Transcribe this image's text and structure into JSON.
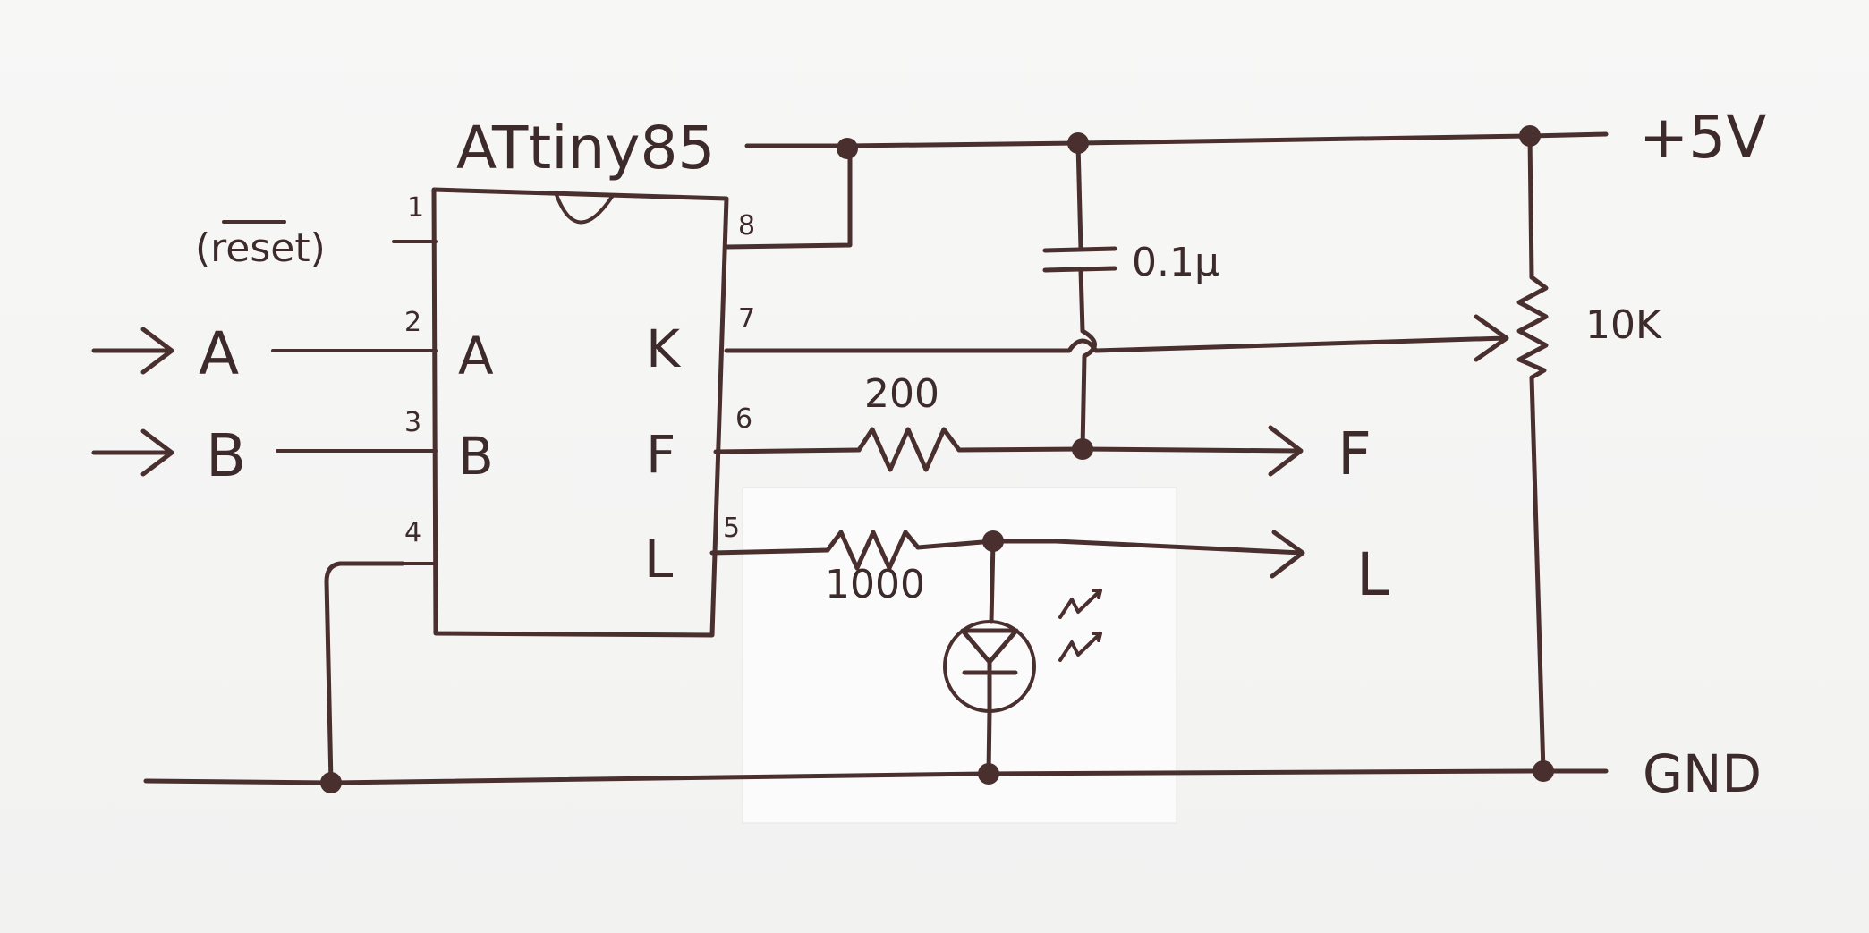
{
  "colors": {
    "ink": "#4a2f2f",
    "paper": "#f5f5f4",
    "patch": "#fbfbfb"
  },
  "chip": {
    "name": "ATtiny85",
    "pins": {
      "p1": {
        "num": "1",
        "label": "(reset)"
      },
      "p2": {
        "num": "2",
        "label": "A"
      },
      "p3": {
        "num": "3",
        "label": "B"
      },
      "p4": {
        "num": "4"
      },
      "p5": {
        "num": "5",
        "label": "L"
      },
      "p6": {
        "num": "6",
        "label": "F"
      },
      "p7": {
        "num": "7",
        "label": "K"
      },
      "p8": {
        "num": "8"
      }
    }
  },
  "inputs": {
    "a": "A",
    "b": "B"
  },
  "outputs": {
    "f": "F",
    "l": "L"
  },
  "rails": {
    "vcc": "+5V",
    "gnd": "GND"
  },
  "components": {
    "capacitor": "0.1μ",
    "pot": "10K",
    "r_f": "200",
    "r_l": "1000"
  },
  "icons": [
    "arrow-right-icon",
    "resistor-icon",
    "capacitor-icon",
    "potentiometer-icon",
    "led-icon"
  ]
}
